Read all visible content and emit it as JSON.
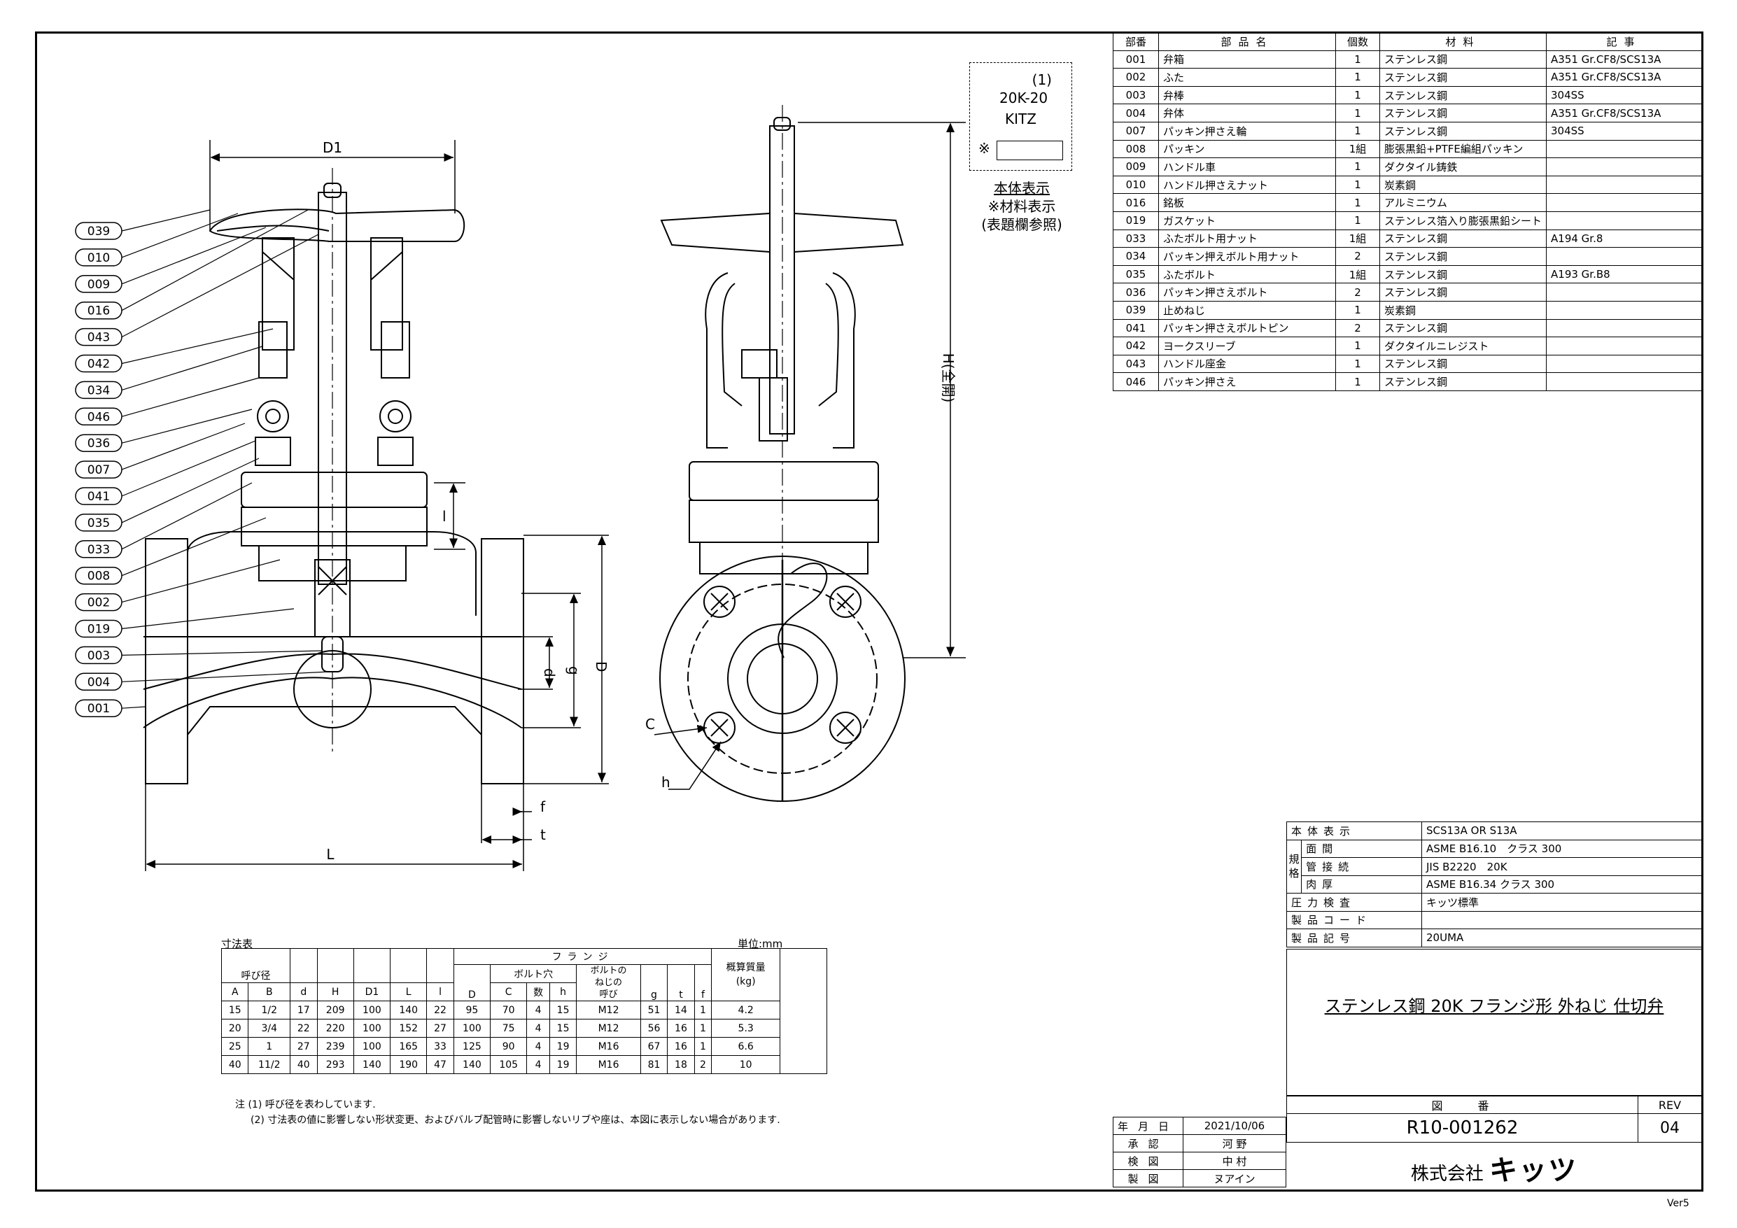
{
  "parts_list": {
    "headers": [
      "部番",
      "部品名",
      "個数",
      "材料",
      "記事"
    ],
    "rows": [
      [
        "001",
        "弁箱",
        "1",
        "ステンレス鋼",
        "A351 Gr.CF8/SCS13A"
      ],
      [
        "002",
        "ふた",
        "1",
        "ステンレス鋼",
        "A351 Gr.CF8/SCS13A"
      ],
      [
        "003",
        "弁棒",
        "1",
        "ステンレス鋼",
        "304SS"
      ],
      [
        "004",
        "弁体",
        "1",
        "ステンレス鋼",
        "A351 Gr.CF8/SCS13A"
      ],
      [
        "007",
        "パッキン押さえ輪",
        "1",
        "ステンレス鋼",
        "304SS"
      ],
      [
        "008",
        "パッキン",
        "1組",
        "膨張黒鉛+PTFE編組パッキン",
        ""
      ],
      [
        "009",
        "ハンドル車",
        "1",
        "ダクタイル鋳鉄",
        ""
      ],
      [
        "010",
        "ハンドル押さえナット",
        "1",
        "炭素鋼",
        ""
      ],
      [
        "016",
        "銘板",
        "1",
        "アルミニウム",
        ""
      ],
      [
        "019",
        "ガスケット",
        "1",
        "ステンレス箔入り膨張黒鉛シート",
        ""
      ],
      [
        "033",
        "ふたボルト用ナット",
        "1組",
        "ステンレス鋼",
        "A194 Gr.8"
      ],
      [
        "034",
        "パッキン押えボルト用ナット",
        "2",
        "ステンレス鋼",
        ""
      ],
      [
        "035",
        "ふたボルト",
        "1組",
        "ステンレス鋼",
        "A193 Gr.B8"
      ],
      [
        "036",
        "パッキン押さえボルト",
        "2",
        "ステンレス鋼",
        ""
      ],
      [
        "039",
        "止めねじ",
        "1",
        "炭素鋼",
        ""
      ],
      [
        "041",
        "パッキン押さえボルトピン",
        "2",
        "ステンレス鋼",
        ""
      ],
      [
        "042",
        "ヨークスリーブ",
        "1",
        "ダクタイルニレジスト",
        ""
      ],
      [
        "043",
        "ハンドル座金",
        "1",
        "ステンレス鋼",
        ""
      ],
      [
        "046",
        "パッキン押さえ",
        "1",
        "ステンレス鋼",
        ""
      ]
    ]
  },
  "callouts": [
    "039",
    "010",
    "009",
    "016",
    "043",
    "042",
    "034",
    "046",
    "036",
    "007",
    "041",
    "035",
    "033",
    "008",
    "002",
    "019",
    "003",
    "004",
    "001"
  ],
  "dimension_labels": {
    "d1": "D1",
    "l_small": "l",
    "d": "d",
    "g": "g",
    "D": "D",
    "H": "H(全開)",
    "f": "f",
    "t": "t",
    "L": "L",
    "C": "C",
    "h": "h"
  },
  "marking": {
    "note_num": "(1)",
    "pressure": "20K-20",
    "brand": "KITZ",
    "symbol": "※",
    "caption1": "本体表示",
    "caption2": "※材料表示",
    "caption3": "(表題欄参照)"
  },
  "spec": {
    "kaku_label": "規格",
    "rows": [
      {
        "label": "本体表示",
        "value": "SCS13A OR S13A"
      },
      {
        "label": "面間",
        "value": "ASME B16.10　クラス 300"
      },
      {
        "label": "管接続",
        "value": "JIS B2220　20K"
      },
      {
        "label": "肉厚",
        "value": "ASME B16.34 クラス 300"
      },
      {
        "label": "圧力検査",
        "value": "キッツ標準"
      },
      {
        "label": "製品コード",
        "value": ""
      },
      {
        "label": "製品記号",
        "value": "20UMA"
      }
    ]
  },
  "title": "ステンレス鋼 20K フランジ形 外ねじ 仕切弁",
  "drawing": {
    "zuban_label": "図　　番",
    "rev_label": "REV",
    "number": "R10-001262",
    "rev": "04"
  },
  "company": {
    "prefix": "株式会社",
    "name": "キッツ"
  },
  "signatures": [
    {
      "label": "年月日",
      "value": "2021/10/06"
    },
    {
      "label": "承認",
      "value": "河 野"
    },
    {
      "label": "検図",
      "value": "中 村"
    },
    {
      "label": "製図",
      "value": "ヌアイン"
    }
  ],
  "dimensions_table": {
    "caption": "寸法表",
    "unit": "単位:mm",
    "group_nominal": "呼び径",
    "group_flange": "フランジ",
    "group_bolt": "ボルト穴",
    "col_bolt_thread": "ボルトの\nねじの\n呼び",
    "col_weight": "概算質量\n(kg)",
    "cols": [
      "A",
      "B",
      "d",
      "H",
      "D1",
      "L",
      "l",
      "D",
      "C",
      "数",
      "h",
      "g",
      "t",
      "f"
    ],
    "rows": [
      [
        "15",
        "1/2",
        "17",
        "209",
        "100",
        "140",
        "22",
        "95",
        "70",
        "4",
        "15",
        "M12",
        "51",
        "14",
        "1",
        "4.2"
      ],
      [
        "20",
        "3/4",
        "22",
        "220",
        "100",
        "152",
        "27",
        "100",
        "75",
        "4",
        "15",
        "M12",
        "56",
        "16",
        "1",
        "5.3"
      ],
      [
        "25",
        "1",
        "27",
        "239",
        "100",
        "165",
        "33",
        "125",
        "90",
        "4",
        "19",
        "M16",
        "67",
        "16",
        "1",
        "6.6"
      ],
      [
        "40",
        "11/2",
        "40",
        "293",
        "140",
        "190",
        "47",
        "140",
        "105",
        "4",
        "19",
        "M16",
        "81",
        "18",
        "2",
        "10"
      ]
    ],
    "note1": "注 (1) 呼び径を表わしています.",
    "note2": "(2) 寸法表の値に影響しない形状変更、およびバルブ配管時に影響しないリブや座は、本図に表示しない場合があります."
  },
  "version": "Ver5"
}
